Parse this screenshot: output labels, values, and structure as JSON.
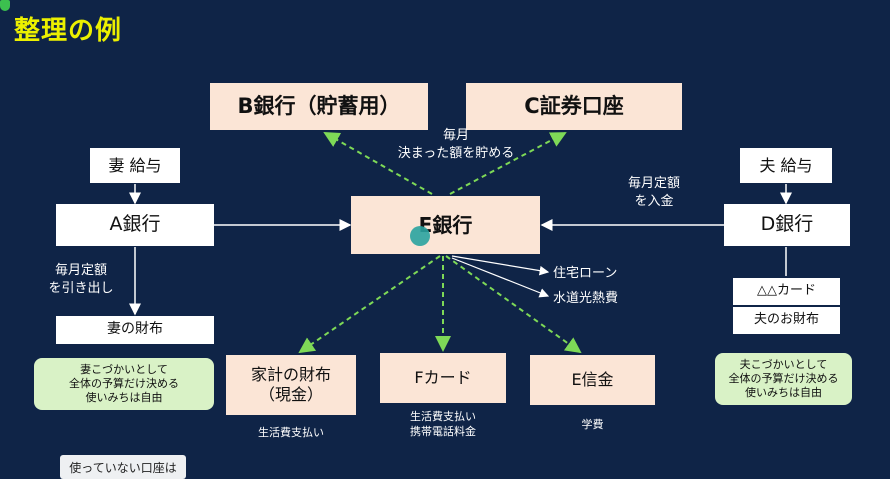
{
  "title": "整理の例",
  "boxes": {
    "b_bank": "B銀行（貯蓄用）",
    "c_sec": "C証券口座",
    "wife_salary": "妻 給与",
    "husband_salary": "夫 給与",
    "a_bank": "A銀行",
    "e_bank": "E銀行",
    "d_bank": "D銀行",
    "wife_wallet": "妻の財布",
    "card_tri": "△△カード",
    "husband_wallet": "夫のお財布",
    "household_wallet_l1": "家計の財布",
    "household_wallet_l2": "（現金）",
    "f_card": "Fカード",
    "e_credit": "E信金",
    "partial_note": "使っていない口座は"
  },
  "notes": {
    "wife_allow_l1": "妻こづかいとして",
    "wife_allow_l2": "全体の予算だけ決める",
    "wife_allow_l3": "使いみちは自由",
    "husb_allow_l1": "夫こづかいとして",
    "husb_allow_l2": "全体の予算だけ決める",
    "husb_allow_l3": "使いみちは自由"
  },
  "labels": {
    "monthly_l1": "毎月",
    "monthly_l2": "決まった額を貯める",
    "deposit_l1": "毎月定額",
    "deposit_l2": "を入金",
    "withdraw_l1": "毎月定額",
    "withdraw_l2": "を引き出し",
    "housing_loan": "住宅ローン",
    "utilities": "水道光熱費",
    "living_cash": "生活費支払い",
    "living_card_l1": "生活費支払い",
    "living_card_l2": "携帯電話料金",
    "tuition": "学費"
  },
  "colors": {
    "background": "#0f2447",
    "title": "#ecf000",
    "dashed_arrow": "#7ed957",
    "solid_arrow": "#ffffff",
    "peach_box": "#fbe5d6",
    "note_box": "#d9f2c6"
  }
}
